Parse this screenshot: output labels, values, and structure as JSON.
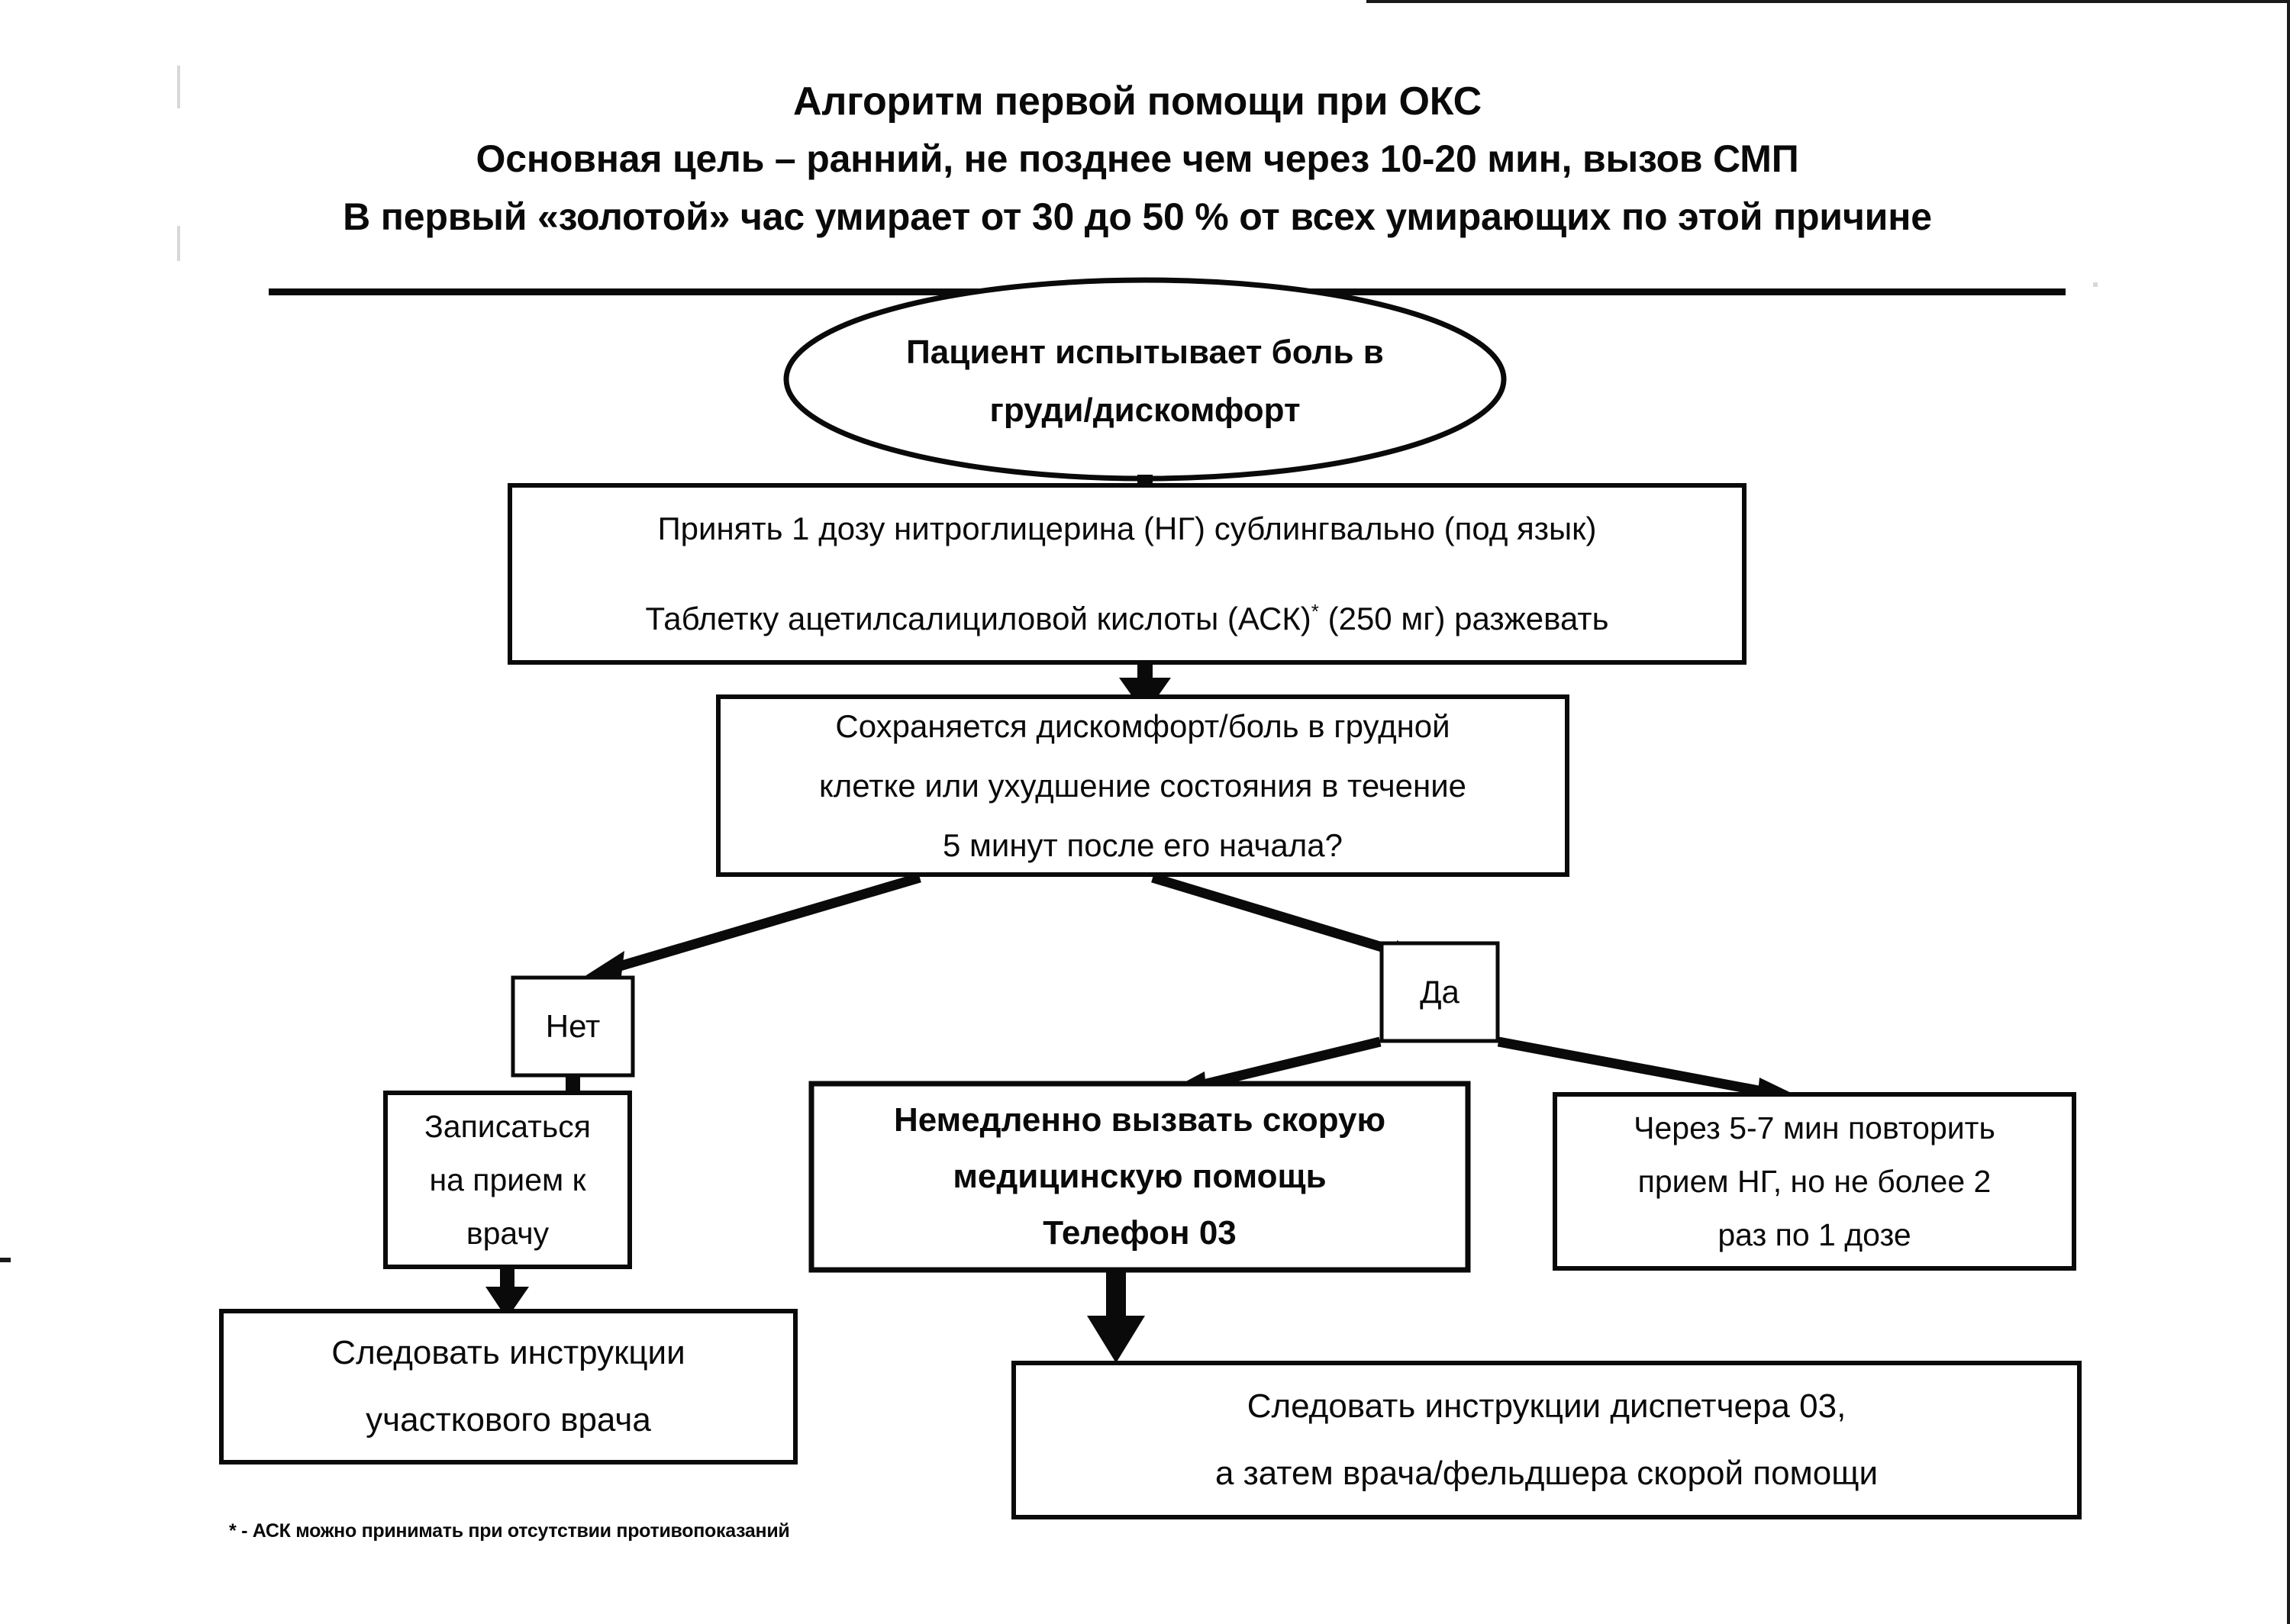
{
  "header": {
    "title": "Алгоритм первой помощи при ОКС",
    "subtitle": "Основная цель – ранний, не позднее чем через 10-20 мин, вызов СМП",
    "note": "В первый «золотой» час умирает от 30 до 50 % от всех умирающих по этой причине"
  },
  "nodes": {
    "start": {
      "shape": "ellipse",
      "line1": "Пациент испытывает боль в",
      "line2": "груди/дискомфорт"
    },
    "action_meds": {
      "shape": "rect",
      "line1": "Принять 1 дозу нитроглицерина (НГ) сублингвально (под язык)",
      "line2_a": "Таблетку ацетилсалициловой кислоты (АСК)",
      "line2_sup": "*",
      "line2_b": "(250 мг) разжевать"
    },
    "decision": {
      "shape": "rect",
      "line1": "Сохраняется дискомфорт/боль  в грудной",
      "line2": "клетке или ухудшение состояния в течение",
      "line3": "5 минут после его начала?"
    },
    "label_no": {
      "shape": "rect",
      "text": "Нет"
    },
    "label_yes": {
      "shape": "rect",
      "text": "Да"
    },
    "appointment": {
      "shape": "rect",
      "line1": "Записаться",
      "line2": "на прием к",
      "line3": "врачу"
    },
    "call_ambulance": {
      "shape": "rect",
      "line1": "Немедленно вызвать скорую",
      "line2": "медицинскую помощь",
      "line3": "Телефон 03"
    },
    "repeat_ng": {
      "shape": "rect",
      "line1": "Через 5-7 мин повторить",
      "line2": "прием НГ, но не более 2",
      "line3": "раз по 1 дозе"
    },
    "follow_doctor": {
      "shape": "rect",
      "line1": "Следовать инструкции",
      "line2": "участкового врача"
    },
    "follow_dispatcher": {
      "shape": "rect",
      "line1": "Следовать инструкции диспетчера 03,",
      "line2": "а затем врача/фельдшера скорой помощи"
    }
  },
  "footnote": "* - АСК можно принимать при отсутствии противопоказаний",
  "colors": {
    "ink": "#0a0a0a",
    "page": "#ffffff"
  }
}
